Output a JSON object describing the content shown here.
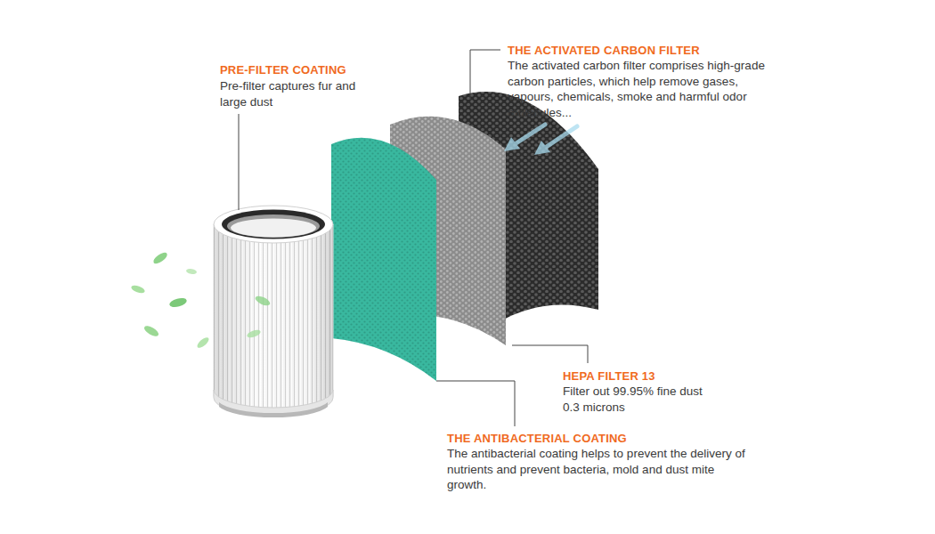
{
  "diagram": {
    "labels": [
      "PRE-FILTER COATING",
      "Pre-filter captures fur and large dust",
      "THE ACTIVATED CARBON FILTER",
      "The activated carbon filter comprises high-grade carbon particles, which help remove gases, vapours, chemicals, smoke and harmful odor molecules...",
      "HEPA FILTER 13",
      "Filter out 99.95% fine dust 0.3 microns",
      "THE ANTIBACTERIAL COATING",
      "The antibacterial coating helps to prevent the delivery of nutrients and prevent bacteria, mold and dust mite growth."
    ]
  }
}
